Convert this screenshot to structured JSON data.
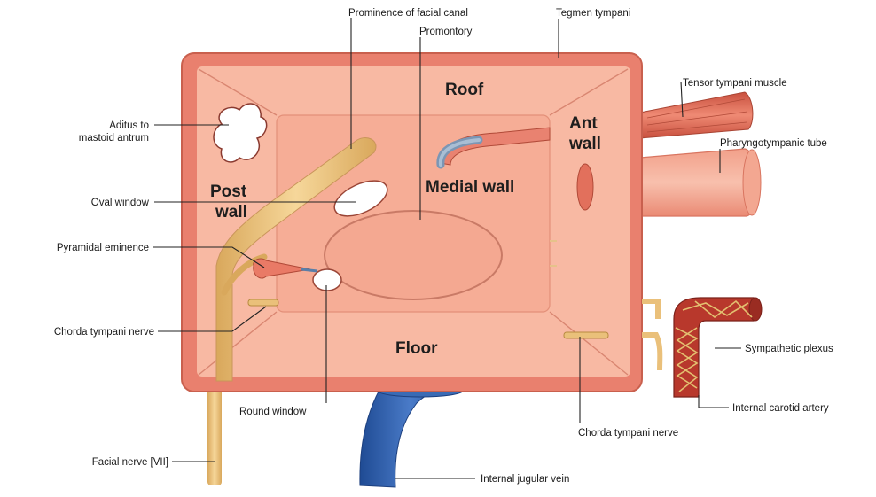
{
  "walls": {
    "roof": "Roof",
    "floor": "Floor",
    "post_1": "Post",
    "post_2": "wall",
    "ant_1": "Ant",
    "ant_2": "wall",
    "medial": "Medial wall"
  },
  "labels": {
    "prominence_facial_canal": "Prominence of facial canal",
    "promontory": "Promontory",
    "tegmen_tympani": "Tegmen tympani",
    "tensor_tympani": "Tensor tympani muscle",
    "pharyngotympanic_tube": "Pharyngotympanic tube",
    "aditus_1": "Aditus to",
    "aditus_2": "mastoid antrum",
    "oval_window": "Oval window",
    "pyramidal_eminence": "Pyramidal eminence",
    "chorda_tympani_left": "Chorda tympani nerve",
    "round_window": "Round window",
    "facial_nerve": "Facial nerve [VII]",
    "internal_jugular_vein": "Internal jugular vein",
    "chorda_tympani_right": "Chorda tympani nerve",
    "sympathetic_plexus": "Sympathetic plexus",
    "internal_carotid": "Internal carotid artery"
  },
  "colors": {
    "box_frame": "#e9806e",
    "box_fill": "#f8b9a3",
    "medial_panel": "#f6ad96",
    "nerve": "#eac07a",
    "muscle": "#dd6a55",
    "vein": "#2f5fa8",
    "artery": "#b8382c",
    "plexus": "#e3c070"
  }
}
